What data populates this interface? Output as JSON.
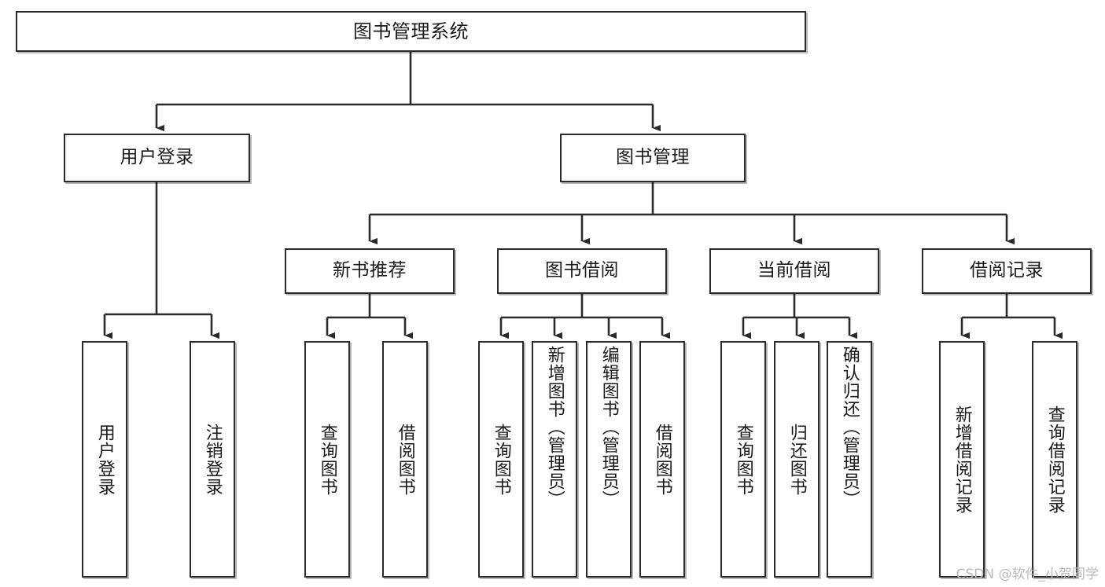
{
  "diagram": {
    "type": "tree-hierarchy-chart",
    "title": "图书管理系统",
    "orientation": "top-down",
    "colors": {
      "box_border": "#2b2b2b",
      "box_fill": "#ffffff",
      "connector": "#2b2b2b",
      "text": "#1a1a1a",
      "watermark": "#b9b9b9",
      "background": "#ffffff"
    },
    "root": {
      "label": "图书管理系统"
    },
    "level2": [
      {
        "id": "user-login",
        "label": "用户登录"
      },
      {
        "id": "book-manage",
        "label": "图书管理"
      }
    ],
    "level3": [
      {
        "id": "new-book-recommend",
        "label": "新书推荐"
      },
      {
        "id": "book-borrow",
        "label": "图书借阅"
      },
      {
        "id": "current-borrow",
        "label": "当前借阅"
      },
      {
        "id": "borrow-record",
        "label": "借阅记录"
      }
    ],
    "leaves": [
      {
        "id": "leaf-user-login",
        "label": "用户登录",
        "parent": "user-login"
      },
      {
        "id": "leaf-logout-login",
        "label": "注销登录",
        "parent": "user-login"
      },
      {
        "id": "leaf-query-book-1",
        "label": "查询图书",
        "parent": "new-book-recommend"
      },
      {
        "id": "leaf-borrow-book-1",
        "label": "借阅图书",
        "parent": "new-book-recommend"
      },
      {
        "id": "leaf-query-book-2",
        "label": "查询图书",
        "parent": "book-borrow"
      },
      {
        "id": "leaf-add-book",
        "label": "新增图书（管理员）",
        "parent": "book-borrow"
      },
      {
        "id": "leaf-edit-book",
        "label": "编辑图书（管理员）",
        "parent": "book-borrow"
      },
      {
        "id": "leaf-borrow-book-2",
        "label": "借阅图书",
        "parent": "book-borrow"
      },
      {
        "id": "leaf-query-book-3",
        "label": "查询图书",
        "parent": "current-borrow"
      },
      {
        "id": "leaf-return-book",
        "label": "归还图书",
        "parent": "current-borrow"
      },
      {
        "id": "leaf-confirm-return",
        "label": "确认归还（管理员）",
        "parent": "current-borrow"
      },
      {
        "id": "leaf-add-record",
        "label": "新增借阅记录",
        "parent": "borrow-record"
      },
      {
        "id": "leaf-query-record",
        "label": "查询借阅记录",
        "parent": "borrow-record"
      }
    ],
    "watermark": "CSDN @软件_小贺同学"
  }
}
